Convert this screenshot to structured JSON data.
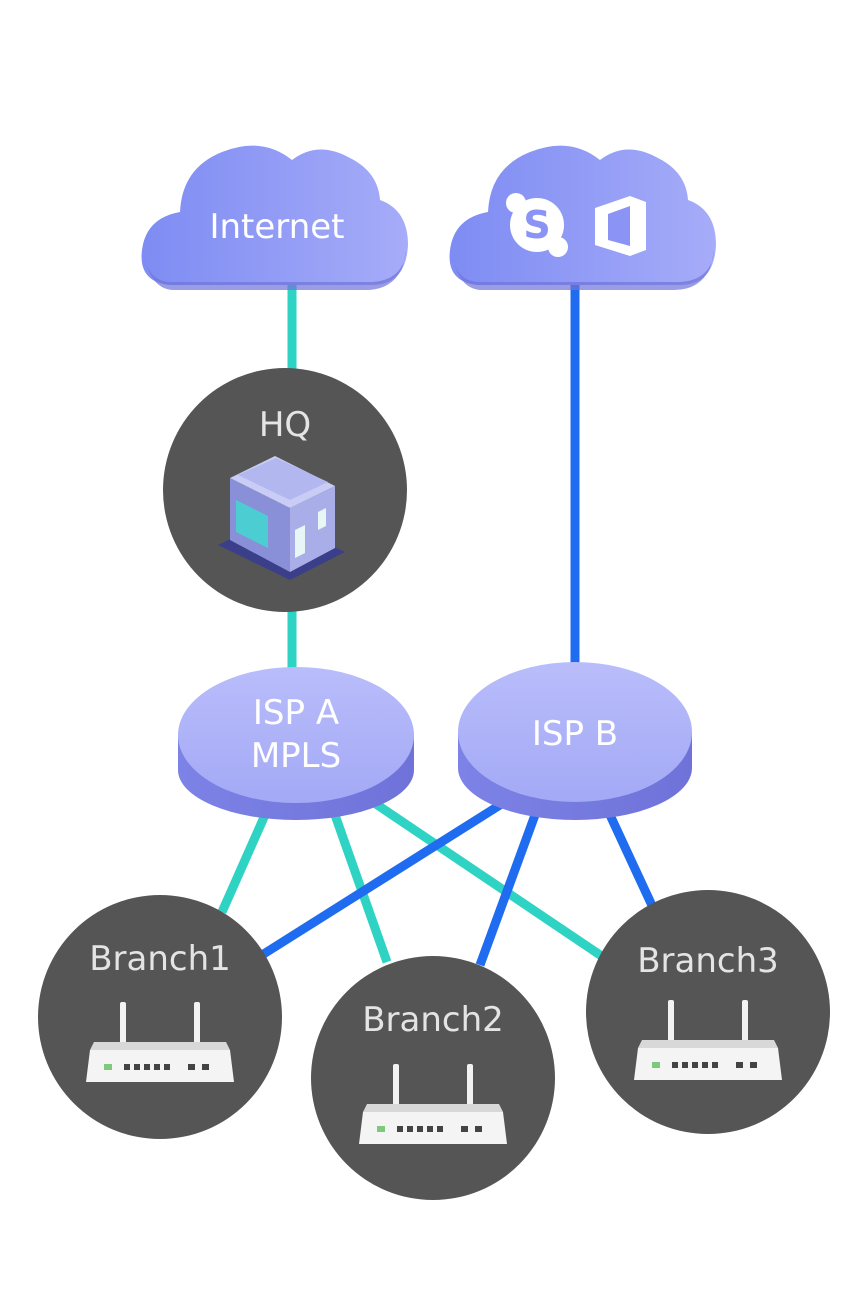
{
  "diagram": {
    "clouds": {
      "internet": {
        "label": "Internet"
      },
      "microsoft": {
        "icons": [
          "skype-icon",
          "office-icon"
        ]
      }
    },
    "hq": {
      "label": "HQ",
      "icon": "building-icon"
    },
    "isp_a": {
      "line1": "ISP A",
      "line2": "MPLS"
    },
    "isp_b": {
      "label": "ISP B"
    },
    "branches": [
      {
        "label": "Branch1",
        "icon": "router-icon"
      },
      {
        "label": "Branch2",
        "icon": "router-icon"
      },
      {
        "label": "Branch3",
        "icon": "router-icon"
      }
    ],
    "colors": {
      "mpls_link": "#2ed3c4",
      "isp_b_link": "#1f6cf0",
      "site_circle": "#555555",
      "cloud": "#8b93f5",
      "isp_disk": "#a9b0f7"
    }
  }
}
